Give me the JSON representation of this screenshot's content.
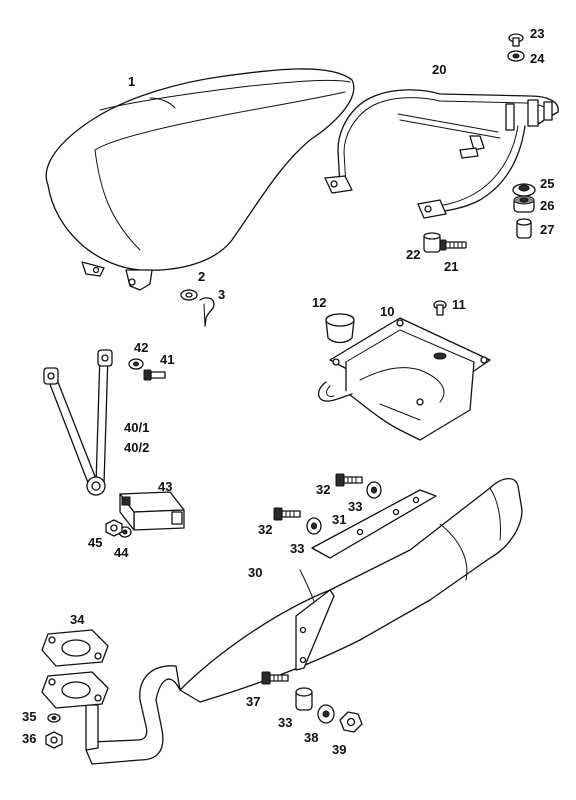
{
  "callouts": {
    "c1": "1",
    "c2": "2",
    "c3": "3",
    "c10": "10",
    "c11": "11",
    "c12": "12",
    "c20": "20",
    "c21": "21",
    "c22": "22",
    "c23": "23",
    "c24": "24",
    "c25": "25",
    "c26": "26",
    "c27": "27",
    "c30": "30",
    "c31": "31",
    "c32a": "32",
    "c32b": "32",
    "c33a": "33",
    "c33b": "33",
    "c33c": "33",
    "c34": "34",
    "c35": "35",
    "c36": "36",
    "c37": "37",
    "c38": "38",
    "c39": "39",
    "c40_1": "40/1",
    "c40_2": "40/2",
    "c41": "41",
    "c42": "42",
    "c43": "43",
    "c44": "44",
    "c45": "45"
  },
  "colors": {
    "ink": "#111111",
    "paper": "#ffffff"
  }
}
